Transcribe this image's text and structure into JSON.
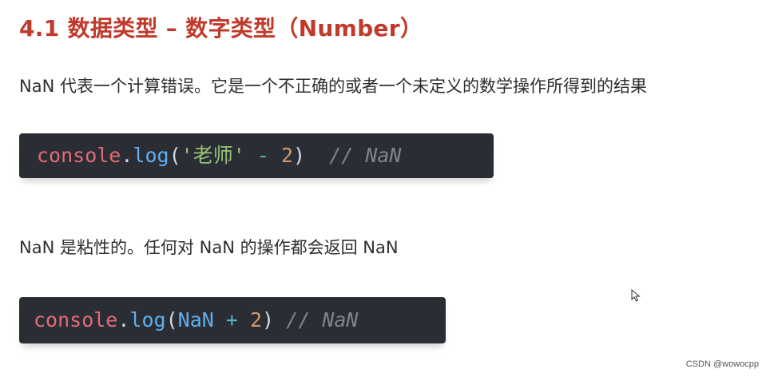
{
  "heading": "4.1 数据类型 – 数字类型（Number）",
  "paragraphs": {
    "p1": "NaN 代表一个计算错误。它是一个不正确的或者一个未定义的数学操作所得到的结果",
    "p2": "NaN 是粘性的。任何对 NaN 的操作都会返回 NaN"
  },
  "code_blocks": {
    "block1": {
      "object": "console",
      "dot": ".",
      "method": "log",
      "open_paren": "(",
      "string": "'老师'",
      "operator": "-",
      "number": "2",
      "close_paren": ")",
      "comment": "// NaN"
    },
    "block2": {
      "object": "console",
      "dot": ".",
      "method": "log",
      "open_paren": "(",
      "operand": "NaN",
      "operator": "+",
      "number": "2",
      "close_paren": ")",
      "comment": "// NaN"
    }
  },
  "icons": {
    "cursor": "mouse-pointer-icon"
  },
  "colors": {
    "heading": "#c0392b",
    "code_background": "#2a2d34",
    "code_object": "#e06c75",
    "code_method": "#61afef",
    "code_string": "#98c379",
    "code_operator": "#56b6c2",
    "code_number": "#d19a66",
    "code_comment": "#7f848e"
  },
  "watermark": "CSDN @wowocpp"
}
